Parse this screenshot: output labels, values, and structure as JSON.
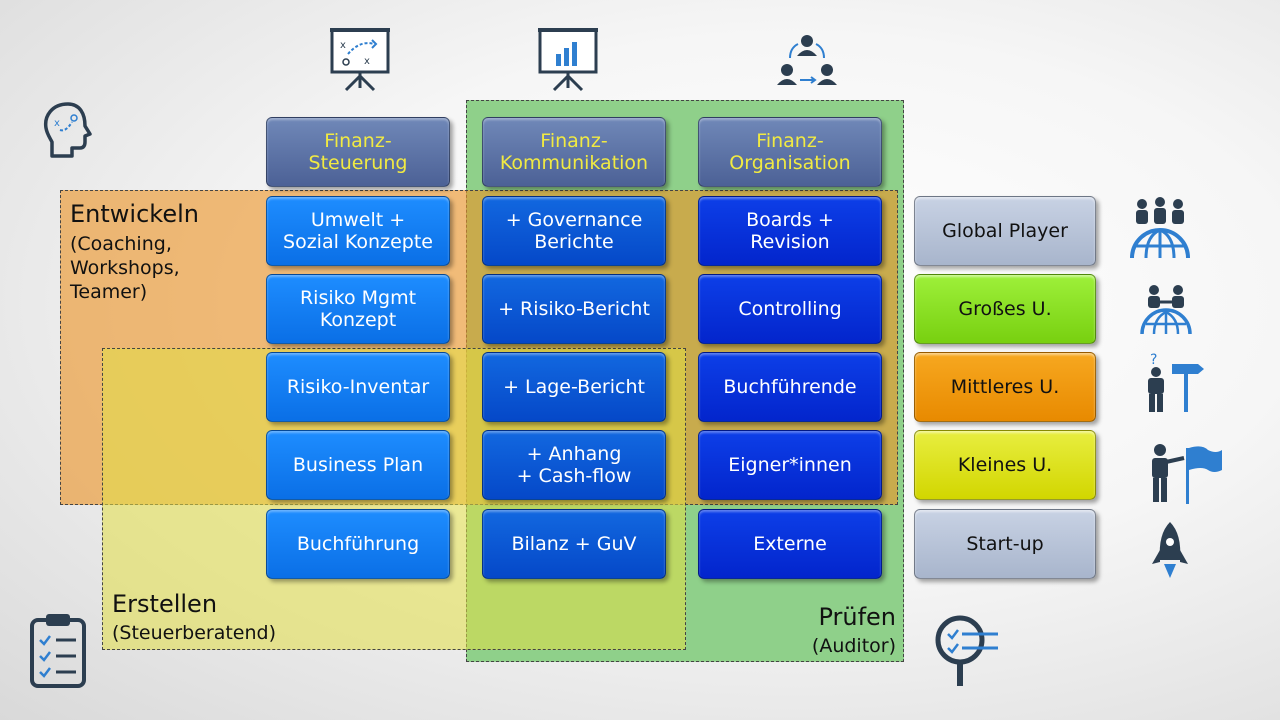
{
  "columns": [
    {
      "header": "Finanz-\nSteuerung",
      "items": [
        "Umwelt +\nSozial Konzepte",
        "Risiko Mgmt\nKonzept",
        "Risiko-Inventar",
        "Business Plan",
        "Buchführung"
      ]
    },
    {
      "header": "Finanz-\nKommunikation",
      "items": [
        "+ Governance\nBerichte",
        "+ Risiko-Bericht",
        "+ Lage-Bericht",
        "+ Anhang\n+ Cash-flow",
        "Bilanz + GuV"
      ]
    },
    {
      "header": "Finanz-\nOrganisation",
      "items": [
        "Boards +\nRevision",
        "Controlling",
        "Buchführende",
        "Eigner*innen",
        "Externe"
      ]
    }
  ],
  "company_sizes": [
    "Global Player",
    "Großes U.",
    "Mittleres U.",
    "Kleines U.",
    "Start-up"
  ],
  "regions": {
    "entwickeln": {
      "title": "Entwickeln",
      "subtitle": "(Coaching,\nWorkshops,\nTeamer)"
    },
    "erstellen": {
      "title": "Erstellen",
      "subtitle": "(Steuerberatend)"
    },
    "pruefen": {
      "title": "Prüfen",
      "subtitle": "(Auditor)"
    }
  },
  "colors": {
    "icon": "#2c3e50",
    "icon_accent": "#2f7fd0",
    "header_text": "#f1ea42"
  },
  "icons": [
    "strategy-board-icon",
    "chart-presentation-icon",
    "team-cycle-icon",
    "head-strategy-icon",
    "clipboard-checklist-icon",
    "magnifier-checklist-icon",
    "global-team-icon",
    "globe-handshake-icon",
    "question-signpost-icon",
    "person-flag-icon",
    "rocket-icon"
  ]
}
